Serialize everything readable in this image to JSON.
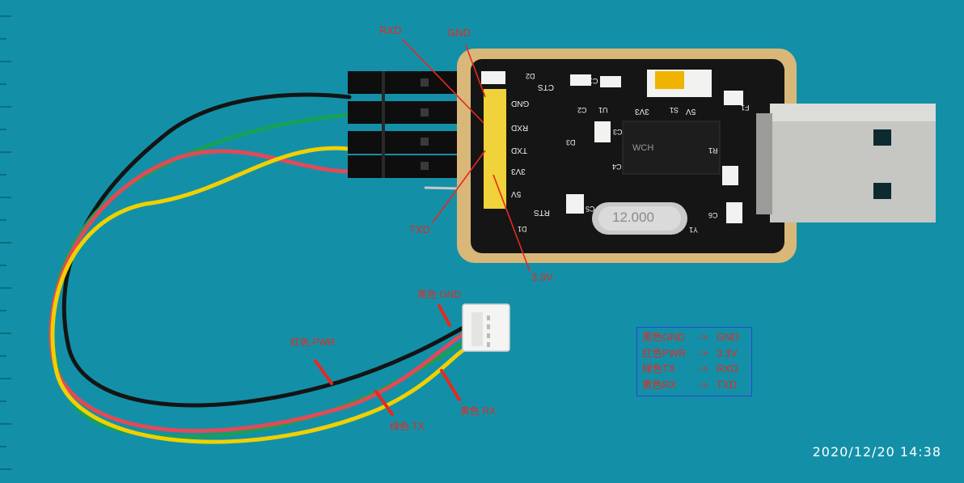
{
  "labels": {
    "rxd": "RXD",
    "gnd": "GND",
    "txd": "TXD",
    "v33": "3.3V",
    "black_gnd": "黑色 GND",
    "red_pwr": "红色 PWR",
    "green_tx": "绿色 TX",
    "yellow_rx": "黄色 RX"
  },
  "board": {
    "header_pins": [
      "GND",
      "RXD",
      "TXD",
      "3V3",
      "5V"
    ],
    "silkscreen": [
      "CTS",
      "RTS",
      "3V3",
      "5V",
      "U1",
      "C3",
      "C4",
      "R1",
      "F1",
      "C5",
      "C6",
      "D1",
      "D2",
      "D3",
      "C1",
      "C2",
      "S1"
    ],
    "crystal": "12.000",
    "crystal_ref": "Y1",
    "chip_mark": "WCH"
  },
  "legend": [
    {
      "from": "黑色GND",
      "arrow": "->",
      "to": "GND"
    },
    {
      "from": "红色PWR",
      "arrow": "->",
      "to": "3.3V"
    },
    {
      "from": "绿色TX",
      "arrow": "->",
      "to": "RXD"
    },
    {
      "from": "黄色RX",
      "arrow": "->",
      "to": "TXD"
    }
  ],
  "timestamp": "2020/12/20  14:38",
  "colors": {
    "background": "#1390a8",
    "annotation": "#e8281e",
    "legend_border": "#2b44d8",
    "pcb": "#d9b779",
    "wire_black": "#141414",
    "wire_green": "#17a05a",
    "wire_red": "#e14a57",
    "wire_yellow": "#f1d000"
  }
}
